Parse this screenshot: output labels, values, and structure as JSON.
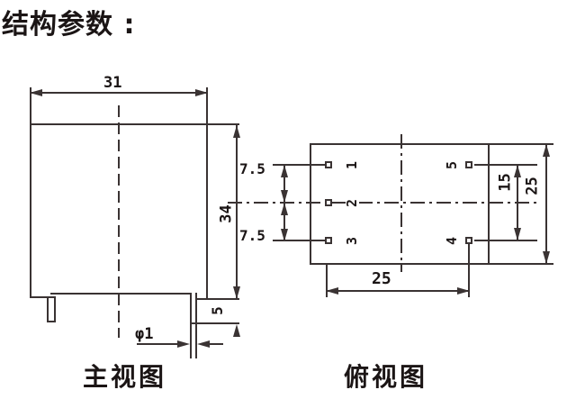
{
  "title": "结构参数 :",
  "colors": {
    "line": "#3a3333",
    "text": "#1b1515",
    "background": "#ffffff"
  },
  "front_view": {
    "label": "主视图",
    "dim_width": "31",
    "dim_height": "34",
    "dim_pin_standoff": "5",
    "dim_pin_diameter": "φ1"
  },
  "top_view": {
    "label": "俯视图",
    "dim_pitch_upper": "7.5",
    "dim_pitch_lower": "7.5",
    "dim_row_span": "15",
    "dim_body_span": "25",
    "dim_col_span": "25",
    "pins": [
      {
        "number": "1"
      },
      {
        "number": "2"
      },
      {
        "number": "3"
      },
      {
        "number": "5"
      },
      {
        "number": "4"
      }
    ]
  }
}
